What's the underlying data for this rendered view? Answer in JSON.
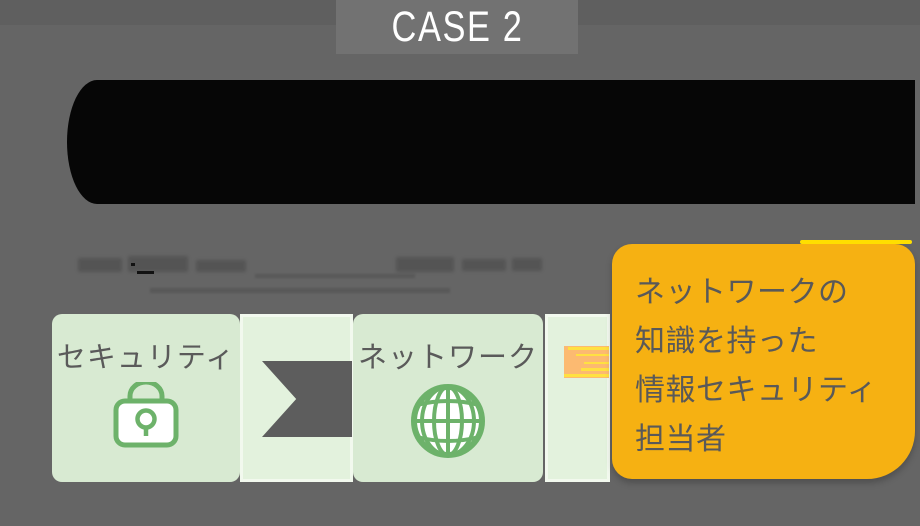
{
  "header": {
    "case_label": "CASE 2"
  },
  "flow": {
    "security": {
      "label": "セキュリティ",
      "icon": "lock-icon"
    },
    "network": {
      "label": "ネットワーク",
      "icon": "globe-icon"
    },
    "arrow": {
      "icon": "chevron-right-arrow"
    },
    "callout": {
      "lines": [
        "ネットワークの",
        "知識を持った",
        "情報セキュリティ",
        "担当者"
      ],
      "full_text": "ネットワークの知識を持った情報セキュリティ担当者"
    }
  },
  "colors": {
    "background_gray": "#656565",
    "redaction_black": "#060606",
    "panel_green": "#d8ead2",
    "panel_green_light": "#e3f2dd",
    "icon_green": "#6db26a",
    "callout_orange": "#f6b112",
    "tail_orange": "#fcba71",
    "stripe_yellow": "#ffe141",
    "text_gray": "#595959",
    "case_text_white": "#ffffff"
  }
}
